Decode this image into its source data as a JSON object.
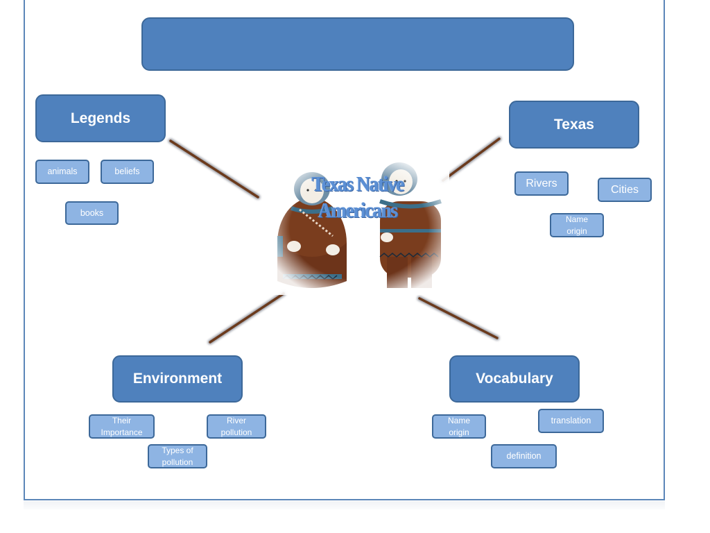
{
  "title_bar": {
    "text": ""
  },
  "center": {
    "title": "Texas Native Americans"
  },
  "branches": {
    "legends": {
      "label": "Legends",
      "items": [
        "animals",
        "beliefs",
        "books"
      ]
    },
    "texas": {
      "label": "Texas",
      "items": [
        "Rivers",
        "Cities",
        "Name origin"
      ]
    },
    "environment": {
      "label": "Environment",
      "items": [
        "Their Importance",
        "River pollution",
        "Types of pollution"
      ]
    },
    "vocabulary": {
      "label": "Vocabulary",
      "items": [
        "Name origin",
        "translation",
        "definition"
      ]
    }
  },
  "colors": {
    "main_box": "#4f81bd",
    "sub_box": "#8eb4e3",
    "border": "#3c6899",
    "connector": "#6b3a1c",
    "center_text": "#5b8fd4"
  }
}
